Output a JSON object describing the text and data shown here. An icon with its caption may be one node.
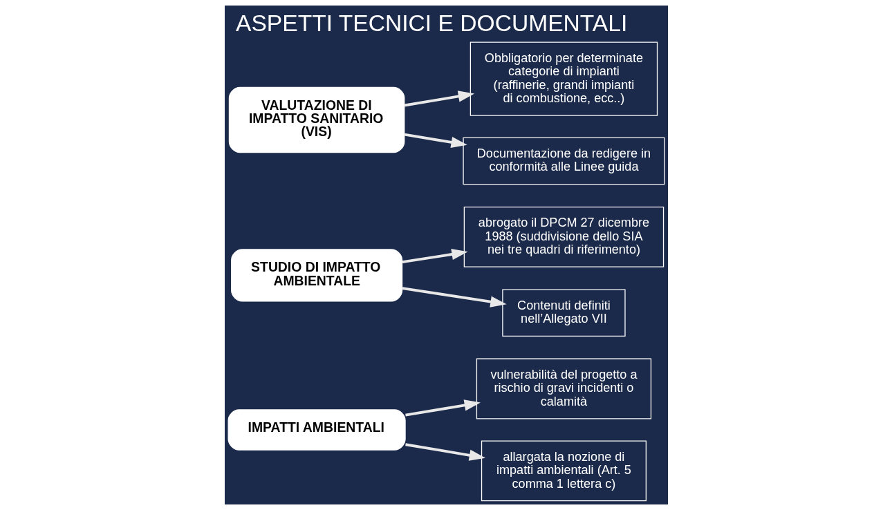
{
  "diagram": {
    "title": "ASPETTI TECNICI E DOCUMENTALI",
    "nodes": [
      {
        "text": [
          "IMPATTI AMBIENTALI"
        ]
      },
      {
        "text": [
          "vulnerabilità del progetto a rischio di gravi incidenti o calamità"
        ]
      },
      {
        "text": [
          "STUDIO DI IMPATTO AMBIENTALE"
        ]
      },
      {
        "text": [
          "allargata la nozione di impatti ambientali (Art. 5 comma 1 lettera c)"
        ]
      },
      {
        "text": [
          "abrogato il DPCM 27 dicembre 1988 (suddivisione dello SIA nei tre quadri di riferimento)"
        ]
      },
      {
        "text": [
          "Obbligatorio per determinate categorie di impianti (raffinerie, grandi impianti di combustione, ecc..)"
        ]
      },
      {
        "text": [
          "VALUTAZIONE DI IMPATTO SANITARIO (VIS)"
        ]
      },
      {
        "text": [
          "Contenuti definiti nell’Allegato VII"
        ]
      },
      {
        "text": [
          "Documentazione da redigere in conformità alle Linee guida"
        ]
      }
    ],
    "edges": [
      {
        "from": 0,
        "to": 1,
        "arrow": "to"
      },
      {
        "from": 0,
        "to": 3,
        "arrow": "to"
      },
      {
        "from": 2,
        "to": 4,
        "arrow": "to"
      },
      {
        "from": 2,
        "to": 7,
        "arrow": "to"
      },
      {
        "from": 6,
        "to": 5,
        "arrow": "to"
      },
      {
        "from": 6,
        "to": 8,
        "arrow": "to"
      }
    ]
  }
}
